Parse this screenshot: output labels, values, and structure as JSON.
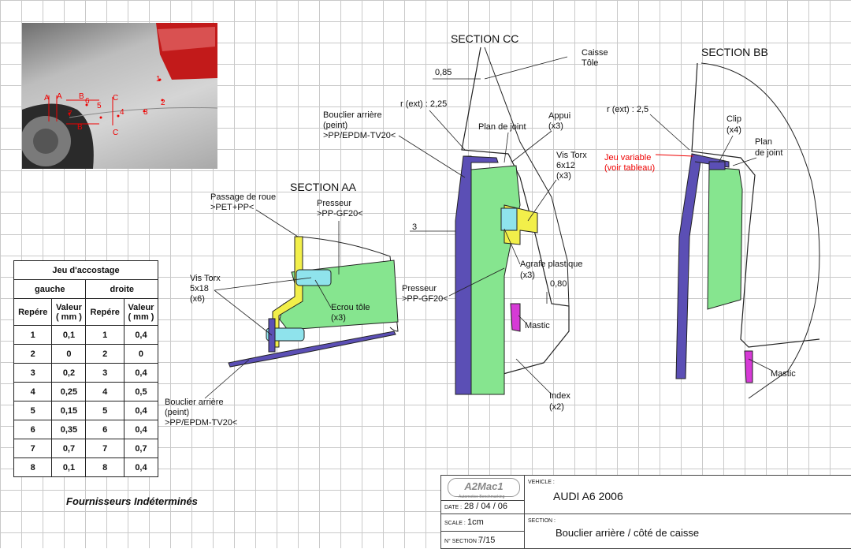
{
  "photo": {
    "markers": [
      "A",
      "A",
      "B",
      "B",
      "C",
      "C",
      "1",
      "2",
      "3",
      "4",
      "5",
      "6",
      "7"
    ]
  },
  "sections": {
    "aa": {
      "title": "SECTION AA",
      "labels": {
        "passage_roue": [
          "Passage de roue",
          ">PET+PP<"
        ],
        "presseur": [
          "Presseur",
          ">PP-GF20<"
        ],
        "vis_torx": [
          "Vis Torx",
          "5x18",
          "(x6)"
        ],
        "ecrou_tole": [
          "Ecrou tôle",
          "(x3)"
        ],
        "bouclier": [
          "Bouclier arrière",
          "(peint)",
          ">PP/EPDM-TV20<"
        ]
      }
    },
    "cc": {
      "title": "SECTION CC",
      "labels": {
        "dim_085": "0,85",
        "caisse_tole": [
          "Caisse",
          "Tôle"
        ],
        "r_ext": "r (ext) : 2,25",
        "bouclier": [
          "Bouclier arrière",
          "(peint)",
          ">PP/EPDM-TV20<"
        ],
        "plan_joint": "Plan de joint",
        "appui": [
          "Appui",
          "(x3)"
        ],
        "vis_torx": [
          "Vis Torx",
          "6x12",
          "(x3)"
        ],
        "dim_3": "3",
        "agrafe": [
          "Agrafe plastique",
          "(x3)"
        ],
        "presseur": [
          "Presseur",
          ">PP-GF20<"
        ],
        "dim_080": "0,80",
        "mastic": "Mastic",
        "index": [
          "Index",
          "(x2)"
        ]
      }
    },
    "bb": {
      "title": "SECTION BB",
      "labels": {
        "r_ext": "r (ext) : 2,5",
        "clip": [
          "Clip",
          "(x4)"
        ],
        "plan_joint": [
          "Plan",
          "de joint"
        ],
        "jeu_variable": [
          "Jeu variable",
          "(voir tableau)"
        ],
        "mastic": "Mastic"
      }
    }
  },
  "table": {
    "title": "Jeu d'accostage",
    "groups": [
      "gauche",
      "droite"
    ],
    "col_repere": "Repére",
    "col_valeur": [
      "Valeur",
      "( mm )"
    ],
    "rows": [
      {
        "g_rep": "1",
        "g_val": "0,1",
        "d_rep": "1",
        "d_val": "0,4"
      },
      {
        "g_rep": "2",
        "g_val": "0",
        "d_rep": "2",
        "d_val": "0"
      },
      {
        "g_rep": "3",
        "g_val": "0,2",
        "d_rep": "3",
        "d_val": "0,4"
      },
      {
        "g_rep": "4",
        "g_val": "0,25",
        "d_rep": "4",
        "d_val": "0,5"
      },
      {
        "g_rep": "5",
        "g_val": "0,15",
        "d_rep": "5",
        "d_val": "0,4"
      },
      {
        "g_rep": "6",
        "g_val": "0,35",
        "d_rep": "6",
        "d_val": "0,4"
      },
      {
        "g_rep": "7",
        "g_val": "0,7",
        "d_rep": "7",
        "d_val": "0,7"
      },
      {
        "g_rep": "8",
        "g_val": "0,1",
        "d_rep": "8",
        "d_val": "0,4"
      }
    ]
  },
  "footer_note": "Fournisseurs Indéterminés",
  "title_block": {
    "logo": "A2Mac1",
    "logo_sub": "Automotive Benchmarking",
    "vehicle_label": "VEHICLE :",
    "vehicle": "AUDI A6 2006",
    "date_label": "DATE :",
    "date": "28 / 04 / 06",
    "scale_label": "SCALE :",
    "scale": "1cm",
    "section_label": "SECTION :",
    "section": "Bouclier arrière / côté de caisse",
    "nsection_label": "N° SECTION :",
    "nsection": "7/15"
  },
  "colors": {
    "bumper": "#5b4fb5",
    "presseur": "#86e58f",
    "yellow": "#f2ef4a",
    "cyan": "#8fe3ec",
    "mastic": "#d63ad6",
    "red": "#e00000"
  }
}
